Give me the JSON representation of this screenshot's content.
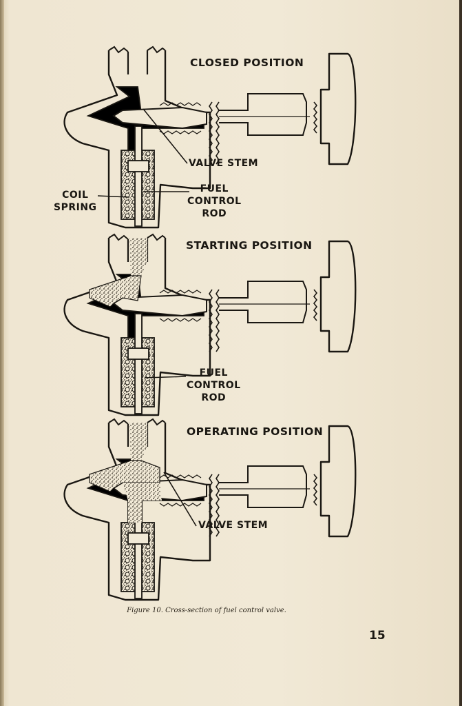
{
  "figure": {
    "positions": [
      {
        "title": "CLOSED POSITION",
        "callouts": [
          "VALVE STEM",
          "COIL\nSPRING",
          "FUEL\nCONTROL\nROD"
        ]
      },
      {
        "title": "STARTING POSITION",
        "callouts": [
          "FUEL\nCONTROL\nROD"
        ]
      },
      {
        "title": "OPERATING POSITION",
        "callouts": [
          "VALVE STEM"
        ]
      }
    ],
    "caption": "Figure 10. Cross-section of fuel control valve."
  },
  "page_number": "15",
  "colors": {
    "paper": "#efe6d2",
    "ink": "#1a1712"
  }
}
